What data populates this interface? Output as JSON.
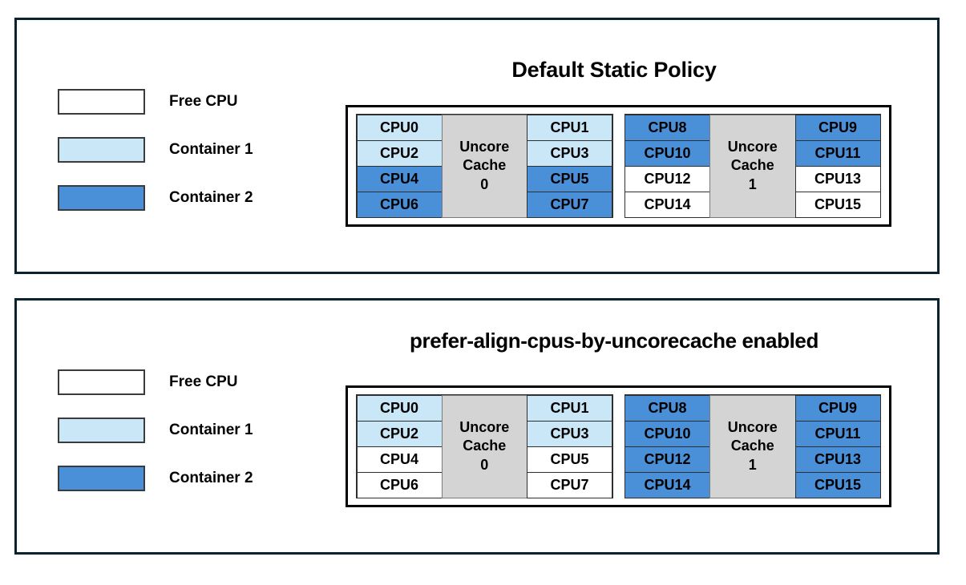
{
  "legend": {
    "items": [
      {
        "label": "Free CPU",
        "state": "free",
        "color": "#ffffff"
      },
      {
        "label": "Container 1",
        "state": "container1",
        "color": "#c9e7f7"
      },
      {
        "label": "Container 2",
        "state": "container2",
        "color": "#4a90d9"
      }
    ]
  },
  "panels": [
    {
      "id": "panel-default",
      "title": "Default Static Policy",
      "sockets": [
        {
          "uncore_line1": "Uncore",
          "uncore_line2": "Cache",
          "uncore_index": "0",
          "left_column": [
            {
              "label": "CPU0",
              "state": "container1"
            },
            {
              "label": "CPU2",
              "state": "container1"
            },
            {
              "label": "CPU4",
              "state": "container2"
            },
            {
              "label": "CPU6",
              "state": "container2"
            }
          ],
          "right_column": [
            {
              "label": "CPU1",
              "state": "container1"
            },
            {
              "label": "CPU3",
              "state": "container1"
            },
            {
              "label": "CPU5",
              "state": "container2"
            },
            {
              "label": "CPU7",
              "state": "container2"
            }
          ]
        },
        {
          "uncore_line1": "Uncore",
          "uncore_line2": "Cache",
          "uncore_index": "1",
          "left_column": [
            {
              "label": "CPU8",
              "state": "container2"
            },
            {
              "label": "CPU10",
              "state": "container2"
            },
            {
              "label": "CPU12",
              "state": "free"
            },
            {
              "label": "CPU14",
              "state": "free"
            }
          ],
          "right_column": [
            {
              "label": "CPU9",
              "state": "container2"
            },
            {
              "label": "CPU11",
              "state": "container2"
            },
            {
              "label": "CPU13",
              "state": "free"
            },
            {
              "label": "CPU15",
              "state": "free"
            }
          ]
        }
      ]
    },
    {
      "id": "panel-prefer",
      "title": "prefer-align-cpus-by-uncorecache enabled",
      "sockets": [
        {
          "uncore_line1": "Uncore",
          "uncore_line2": "Cache",
          "uncore_index": "0",
          "left_column": [
            {
              "label": "CPU0",
              "state": "container1"
            },
            {
              "label": "CPU2",
              "state": "container1"
            },
            {
              "label": "CPU4",
              "state": "free"
            },
            {
              "label": "CPU6",
              "state": "free"
            }
          ],
          "right_column": [
            {
              "label": "CPU1",
              "state": "container1"
            },
            {
              "label": "CPU3",
              "state": "container1"
            },
            {
              "label": "CPU5",
              "state": "free"
            },
            {
              "label": "CPU7",
              "state": "free"
            }
          ]
        },
        {
          "uncore_line1": "Uncore",
          "uncore_line2": "Cache",
          "uncore_index": "1",
          "left_column": [
            {
              "label": "CPU8",
              "state": "container2"
            },
            {
              "label": "CPU10",
              "state": "container2"
            },
            {
              "label": "CPU12",
              "state": "container2"
            },
            {
              "label": "CPU14",
              "state": "container2"
            }
          ],
          "right_column": [
            {
              "label": "CPU9",
              "state": "container2"
            },
            {
              "label": "CPU11",
              "state": "container2"
            },
            {
              "label": "CPU13",
              "state": "container2"
            },
            {
              "label": "CPU15",
              "state": "container2"
            }
          ]
        }
      ]
    }
  ]
}
